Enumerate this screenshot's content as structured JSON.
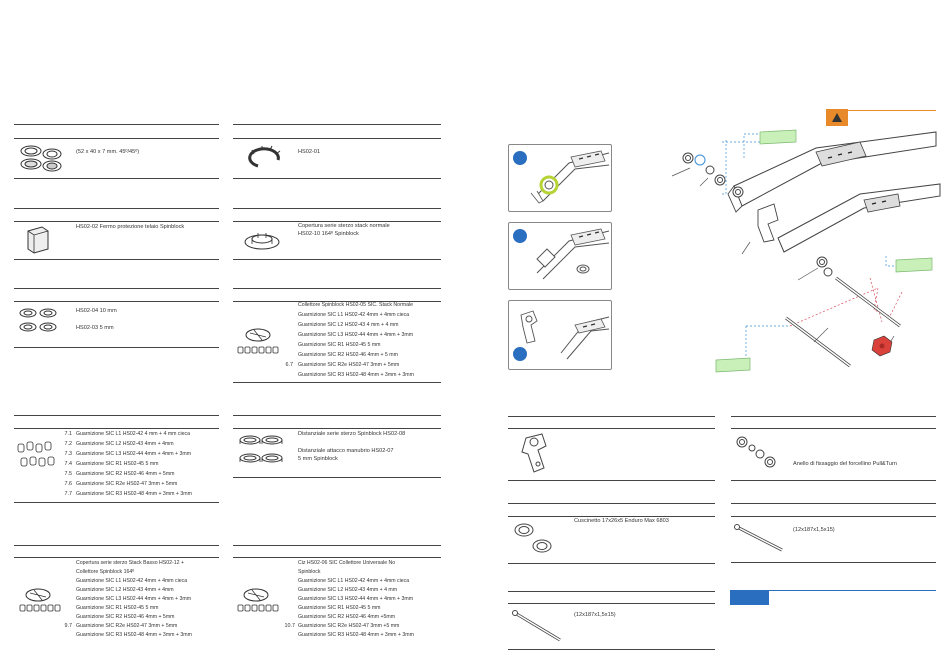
{
  "left_column": {
    "block1": {
      "text": "(52 x 40 x 7 mm. 45º/45º)"
    },
    "block2": {
      "text": "HS02-01"
    },
    "block3": {
      "text": "HS02-02 Fermo protezione telaio Spinblock"
    },
    "block4": {
      "line1": "Copertura serie sterzo stack normale",
      "line2": "HS02-10 164º Spinblock"
    },
    "block5": {
      "line1": "HS02-04 10 mm",
      "line2": "HS02-03 5 mm"
    },
    "block6": {
      "items": [
        {
          "num": "",
          "text": "Collettore Spinblock HS02-05 SIC. Stack Normale"
        },
        {
          "num": "",
          "text": "Guarnizione SIC L1 HS02-42 4mm + 4mm cieca"
        },
        {
          "num": "",
          "text": "Guarnizione SIC L2 HS02-43 4 mm + 4 mm"
        },
        {
          "num": "",
          "text": "Guarnizione SIC L3 HS02-44 4mm + 4mm + 3mm"
        },
        {
          "num": "",
          "text": "Guarnizione SIC R1 HS02-45 5 mm"
        },
        {
          "num": "",
          "text": "Guarnizione SIC R2 HS02-46 4mm + 5 mm"
        },
        {
          "num": "6.7",
          "text": "Guarnizione SIC R2e HS02-47 3mm + 5mm"
        },
        {
          "num": "",
          "text": "Guarnizione SIC R3 HS02-48 4mm + 3mm + 3mm"
        }
      ]
    },
    "block7": {
      "items": [
        {
          "num": "7.1",
          "text": "Guarnizione SIC L1 HS02-42 4 mm + 4 mm cieca"
        },
        {
          "num": "7.2",
          "text": "Guarnizione SIC L2 HS02-43 4mm + 4mm"
        },
        {
          "num": "7.3",
          "text": "Guarnizione SIC L3 HS02-44 4mm + 4mm + 3mm"
        },
        {
          "num": "7.4",
          "text": "Guarnizione SIC R1 HS02-45 5 mm"
        },
        {
          "num": "7.5",
          "text": "Guarnizione SIC R2 HS02-46 4mm + 5mm"
        },
        {
          "num": "7.6",
          "text": "Guarnizione SIC R2e HS02-47 3mm + 5mm"
        },
        {
          "num": "7.7",
          "text": "Guarnizione SIC R3 HS02-48 4mm + 3mm + 3mm"
        }
      ]
    },
    "block8": {
      "line1": "Distanziale serie sterzo Spinblock HS02-08",
      "line2": "Distanziale attacco manubrio HS02-07",
      "line3": "5 mm Spinblock"
    },
    "block9": {
      "items": [
        {
          "num": "",
          "text": "Copertura serie sterzo Stack Basso HS02-12 +"
        },
        {
          "num": "",
          "text": "Collettore Spinblock 164º"
        },
        {
          "num": "",
          "text": "Guarnizione SIC L1 HS02-42 4mm + 4mm cieca"
        },
        {
          "num": "",
          "text": "Guarnizione SIC L2 HS02-43 4mm + 4mm"
        },
        {
          "num": "",
          "text": "Guarnizione SIC L3 HS02-44 4mm + 4mm + 3mm"
        },
        {
          "num": "",
          "text": "Guarnizione SIC R1 HS02-45 5 mm"
        },
        {
          "num": "",
          "text": "Guarnizione SIC R2 HS02-46 4mm + 5mm"
        },
        {
          "num": "9.7",
          "text": "Guarnizione SIC R2e HS02-47 3mm + 5mm"
        },
        {
          "num": "",
          "text": "Guarnizione SIC R3 HS02-48 4mm + 3mm + 3mm"
        }
      ]
    },
    "block10": {
      "items": [
        {
          "num": "",
          "text": "Ciz HS02-06 SIC Collettore Universale No"
        },
        {
          "num": "",
          "text": "Spinblock"
        },
        {
          "num": "",
          "text": "Guarnizione SIC L1 HS02-42 4mm + 4mm cieca"
        },
        {
          "num": "",
          "text": "Guarnizione SIC L2 HS02-43 4mm + 4 mm"
        },
        {
          "num": "",
          "text": "Guarnizione SIC L3 HS02-44 4mm + 4mm + 3mm"
        },
        {
          "num": "",
          "text": "Guarnizione SIC R1 HS02-45 5 mm"
        },
        {
          "num": "",
          "text": "Guarnizione SIC R2 HS02-46 4mm +5mm"
        },
        {
          "num": "10.7",
          "text": "Guarnizione SIC R2e HS02-47 3mm +5 mm"
        },
        {
          "num": "",
          "text": "Guarnizione SIC R3 HS02-48 4mm + 3mm + 3mm"
        }
      ]
    }
  },
  "right_column": {
    "ring_label": "Anello di fissaggio del forcellino Pull&Turn",
    "axle_label_right": "(12x187x1,5x15)",
    "bearing_label": "Cuscinetto 17x26x5 Enduro Max 6803",
    "axle_label_left": "(12x187x1,5x15)"
  },
  "colors": {
    "accent_blue": "#2a6fbf",
    "warning_orange": "#e88a2a",
    "lime": "#b5d334",
    "grease_green": "#c8f0b8",
    "bolt_red": "#d9413a"
  }
}
